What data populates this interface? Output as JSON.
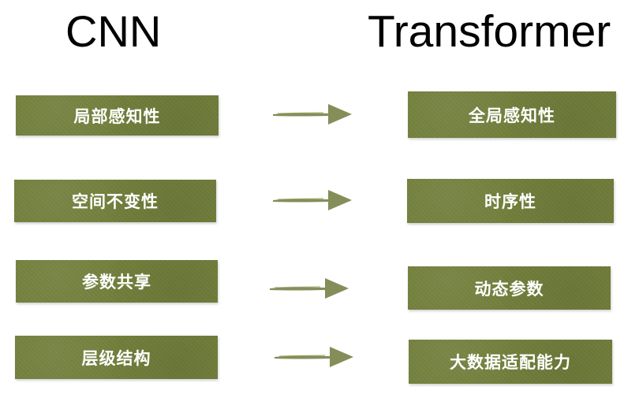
{
  "left_column": {
    "title": "CNN",
    "items": [
      "局部感知性",
      "空间不变性",
      "参数共享",
      "层级结构"
    ]
  },
  "right_column": {
    "title": "Transformer",
    "items": [
      "全局感知性",
      "时序性",
      "动态参数",
      "大数据适配能力"
    ]
  },
  "colors": {
    "box_fill": "#727f3b",
    "arrow": "#6f7a3c",
    "title_text": "#000000",
    "box_text": "#ffffff"
  },
  "icons": {
    "arrow": "arrow-right-icon"
  }
}
